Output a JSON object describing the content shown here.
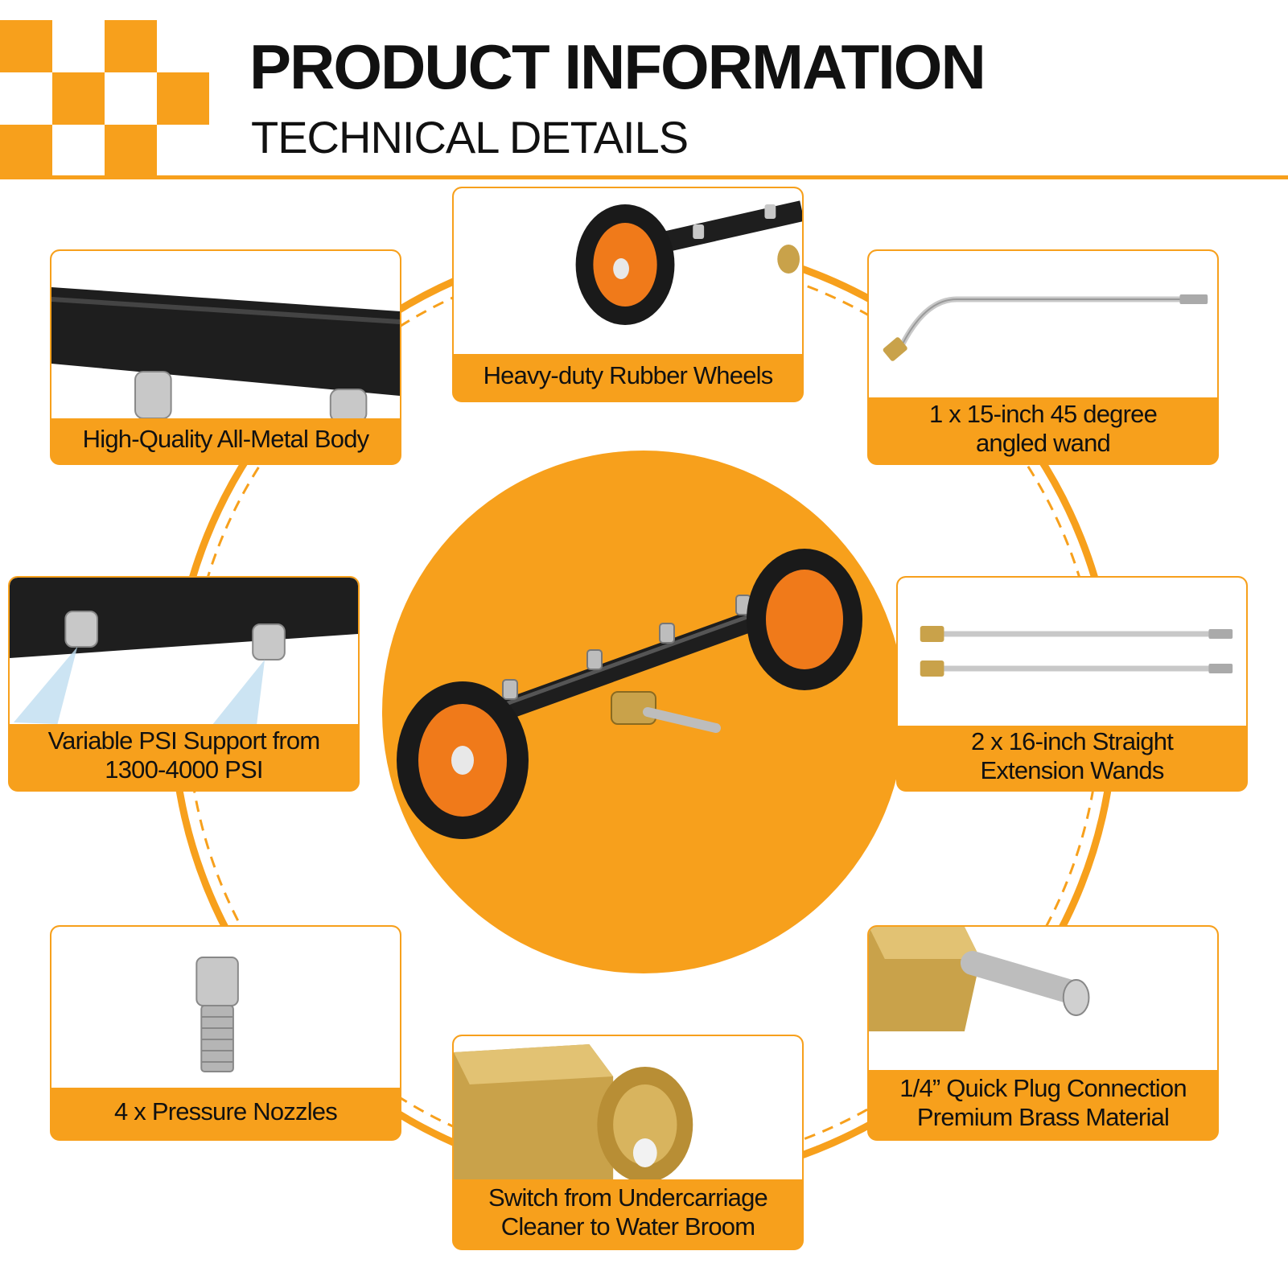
{
  "header": {
    "title": "PRODUCT INFORMATION",
    "subtitle": "TECHNICAL DETAILS"
  },
  "colors": {
    "accent": "#F7A01C",
    "wheel_hub": "#F07A1A",
    "dark_metal": "#1E1E1E",
    "brass": "#C9A24A",
    "steel": "#C8C8C8",
    "text": "#111111"
  },
  "center": {
    "image": "undercarriage-cleaner-icon"
  },
  "cards": [
    {
      "id": "metal-body",
      "image": "metal-tube-icon",
      "label": "High-Quality All-Metal Body"
    },
    {
      "id": "rubber-wheels",
      "image": "rubber-wheel-icon",
      "label": "Heavy-duty Rubber Wheels"
    },
    {
      "id": "angled-wand",
      "image": "angled-wand-icon",
      "label_line1": "1 x 15-inch 45 degree",
      "label_line2": "angled wand"
    },
    {
      "id": "variable-psi",
      "image": "spray-nozzle-icon",
      "label_line1": "Variable PSI Support from",
      "label_line2": "1300-4000 PSI"
    },
    {
      "id": "extension-wands",
      "image": "straight-wand-icon",
      "label_line1": "2 x 16-inch Straight",
      "label_line2": "Extension Wands"
    },
    {
      "id": "pressure-nozzles",
      "image": "pressure-nozzle-icon",
      "label": "4 x Pressure Nozzles"
    },
    {
      "id": "switch-mode",
      "image": "brass-switch-icon",
      "label_line1": "Switch from Undercarriage",
      "label_line2": "Cleaner to Water Broom"
    },
    {
      "id": "quick-plug",
      "image": "quick-plug-icon",
      "label_line1": "1/4” Quick Plug Connection",
      "label_line2": "Premium Brass Material"
    }
  ]
}
